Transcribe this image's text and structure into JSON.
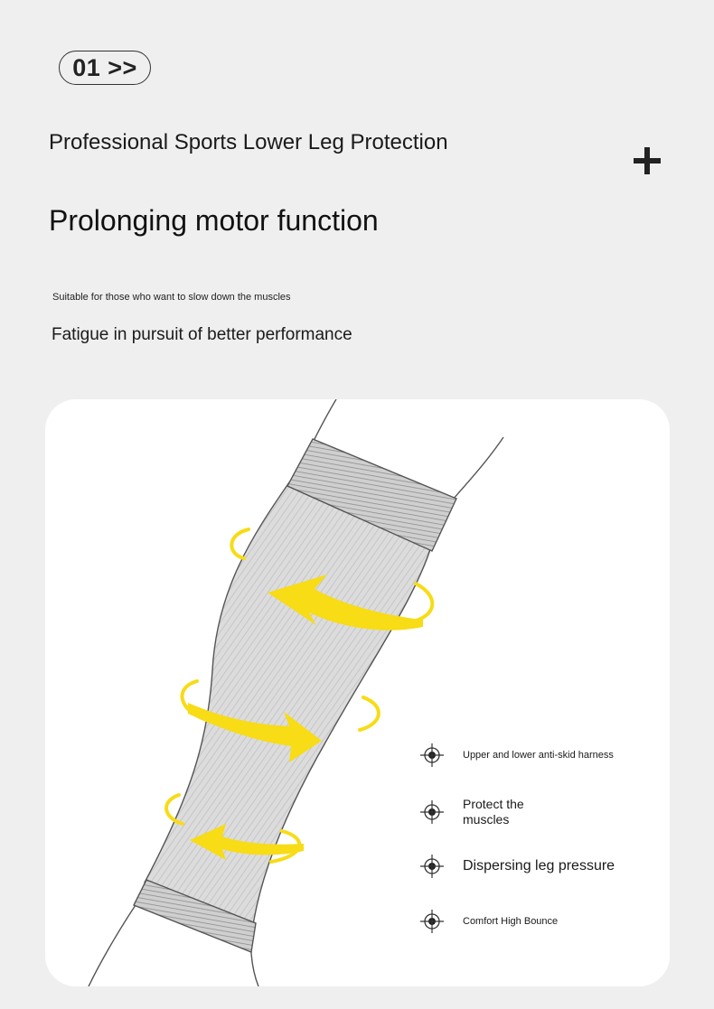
{
  "badge": {
    "label": "01 >>"
  },
  "header": {
    "title": "Professional Sports Lower Leg Protection",
    "subtitle": "Prolonging motor function",
    "note": "Suitable for those who want to slow down the muscles",
    "tagline": "Fatigue in pursuit of better performance",
    "plus_icon": "plus-icon"
  },
  "features": [
    {
      "label": "Upper and lower anti-skid harness",
      "icon": "target-icon"
    },
    {
      "label": "Protect the muscles",
      "icon": "target-icon"
    },
    {
      "label": "Dispersing leg pressure",
      "icon": "target-icon"
    },
    {
      "label": "Comfort High Bounce",
      "icon": "target-icon"
    }
  ],
  "colors": {
    "background": "#efefef",
    "card": "#ffffff",
    "arrow": "#f7dc16",
    "sleeve": "#d9d9d9",
    "outline": "#555555"
  }
}
